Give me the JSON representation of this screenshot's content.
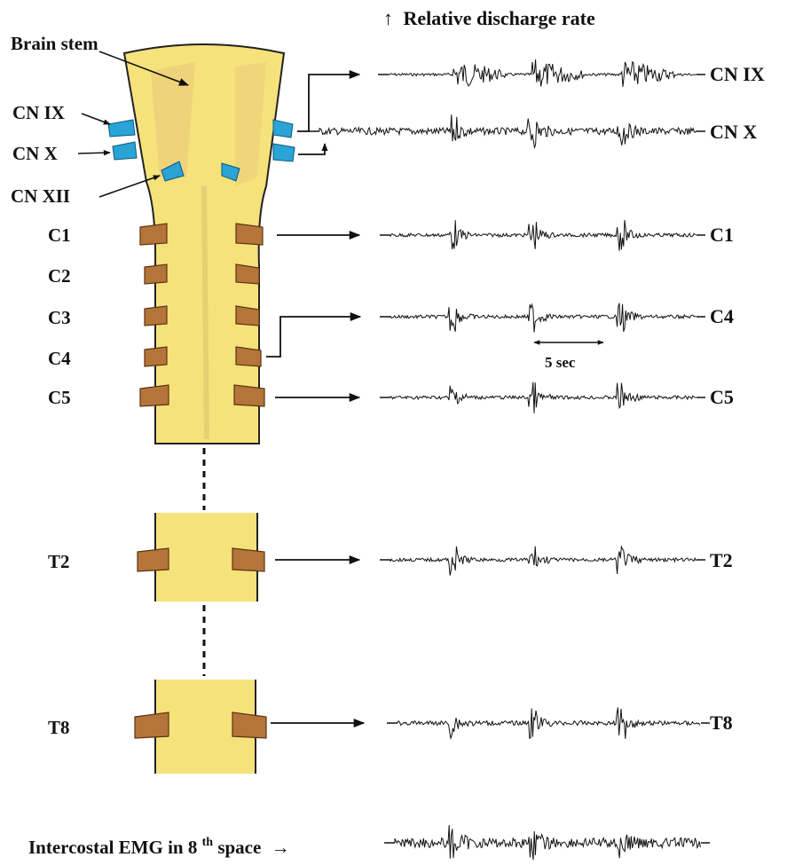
{
  "header": {
    "arrow_glyph": "↑",
    "text": "Relative discharge rate"
  },
  "left_labels": {
    "brain_stem": "Brain stem",
    "cn9": "CN IX",
    "cn10": "CN X",
    "cn12": "CN XII",
    "c1": "C1",
    "c2": "C2",
    "c3": "C3",
    "c4": "C4",
    "c5": "C5",
    "t2": "T2",
    "t8": "T8"
  },
  "trace_labels": {
    "cn9": "CN IX",
    "cn10": "CN X",
    "c1": "C1",
    "c4": "C4",
    "c5": "C5",
    "t2": "T2",
    "t8": "T8"
  },
  "scale_bar": {
    "label": "5 sec"
  },
  "emg": {
    "prefix": "Intercostal EMG in 8",
    "superscript": "th",
    "suffix": " space",
    "arrow": "→"
  },
  "colors": {
    "cord": "#f6e27a",
    "cord_shade": "#e8c77a",
    "cranial_root": "#2aa3d6",
    "spinal_root": "#b5753a",
    "ink": "#111111"
  }
}
